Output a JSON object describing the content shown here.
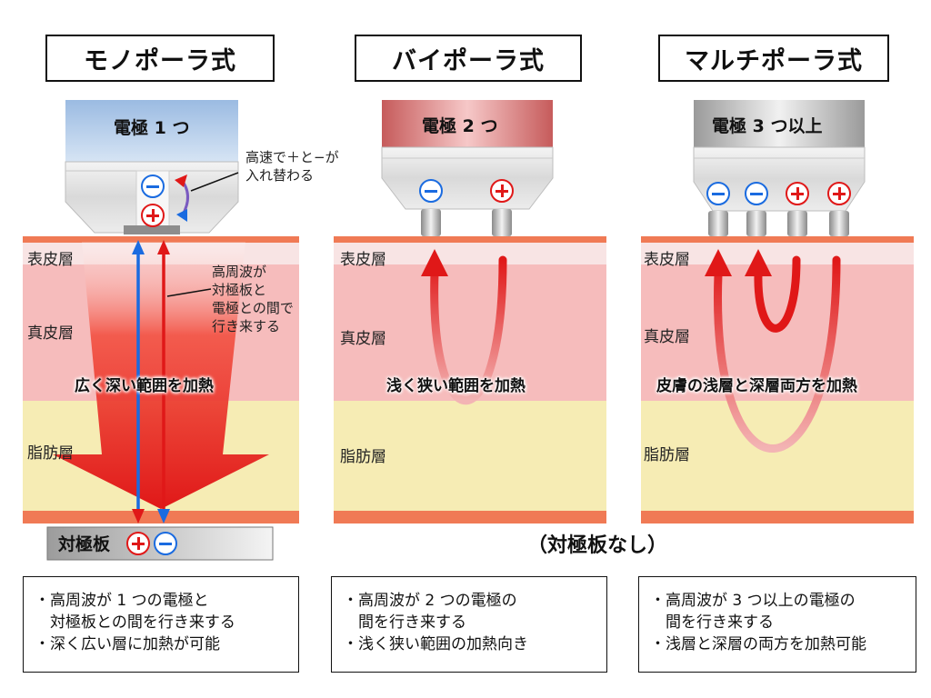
{
  "titles": {
    "mono": "モノポーラ式",
    "bi": "バイポーラ式",
    "multi": "マルチポーラ式"
  },
  "electrodes": {
    "mono": "電極 1 つ",
    "bi": "電極 2 つ",
    "multi": "電極 3 つ以上"
  },
  "layers": {
    "epidermis": "表皮層",
    "dermis": "真皮層",
    "fat": "脂肪層"
  },
  "heating": {
    "mono": "広く深い範囲を加熱",
    "bi": "浅く狭い範囲を加熱",
    "multi": "皮膚の浅層と深層両方を加熱"
  },
  "notes": {
    "switch": [
      "高速で＋と−が",
      "入れ替わる"
    ],
    "rf": [
      "高周波が",
      "対極板と",
      "電極との間で",
      "行き来する"
    ]
  },
  "counter_plate": "対極板",
  "no_plate": "（対極板なし）",
  "descriptions": {
    "mono": [
      "・高周波が 1 つの電極と",
      "　対極板との間を行き来する",
      "・深く広い層に加熱が可能"
    ],
    "bi": [
      "・高周波が 2 つの電極の",
      "　間を行き来する",
      "・浅く狭い範囲の加熱向き"
    ],
    "multi": [
      "・高周波が 3 つ以上の電極の",
      "　間を行き来する",
      "・浅層と深層の両方を加熱可能"
    ]
  },
  "colors": {
    "epidermis": "#f8e4e4",
    "dermis": "#f6bcbc",
    "fat": "#f6ecb4",
    "border_band": "#f07a55",
    "plus": "#e01818",
    "minus": "#1a6be0"
  }
}
